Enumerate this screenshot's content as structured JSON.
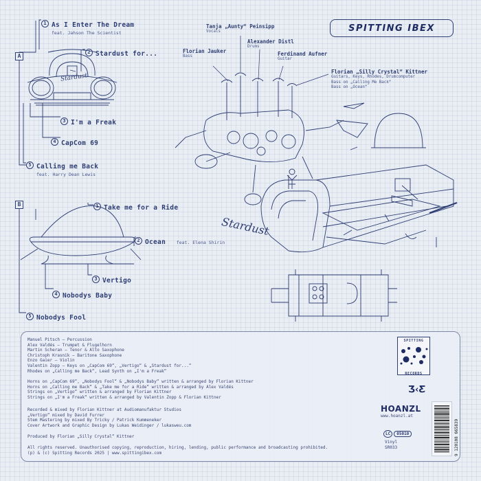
{
  "brand": {
    "logo": "SPITTING IBEX"
  },
  "side_a": {
    "label": "A",
    "tracks": [
      {
        "num": "1",
        "title": "As I Enter The Dream",
        "feat": "feat. Jahson The Scientist"
      },
      {
        "num": "2",
        "title": "Stardust for...",
        "feat": ""
      },
      {
        "num": "3",
        "title": "I'm a Freak",
        "feat": ""
      },
      {
        "num": "4",
        "title": "CapCom 69",
        "feat": ""
      },
      {
        "num": "5",
        "title": "Calling me Back",
        "feat": "feat. Harry Dean Lewis"
      }
    ]
  },
  "side_b": {
    "label": "B",
    "tracks": [
      {
        "num": "1",
        "title": "Take me for a Ride",
        "feat": ""
      },
      {
        "num": "2",
        "title": "Ocean",
        "feat": "feat. Elena Shirin"
      },
      {
        "num": "3",
        "title": "Vertigo",
        "feat": ""
      },
      {
        "num": "4",
        "title": "Nobodys Baby",
        "feat": ""
      },
      {
        "num": "5",
        "title": "Nobodys Fool",
        "feat": ""
      }
    ]
  },
  "band": [
    {
      "name": "Tanja „Aunty“ Peinsipp",
      "role": [
        "Vocals"
      ]
    },
    {
      "name": "Alexander Distl",
      "role": [
        "Drums"
      ]
    },
    {
      "name": "Florian Jauker",
      "role": [
        "Bass"
      ]
    },
    {
      "name": "Ferdinand Aufner",
      "role": [
        "Guitar"
      ]
    },
    {
      "name": "Florian „Silly Crystal“ Kittner",
      "role": [
        "Guitars, Keys, Rhodes, Drumcomputer",
        "Bass on „Calling Me Back“",
        "Bass on „Ocean“"
      ]
    }
  ],
  "machine_logo": "Stardust",
  "credits": {
    "musicians": [
      "Manuel Pitsch – Percussion",
      "Alex Valdés – Trumpet & Flugelhorn",
      "Martin Scheran – Tenor & Alto Saxophone",
      "Christoph Krasnik – Baritone Saxophone",
      "Enzo Gaier – Violin",
      "Valentin Zopp – Keys on „CapCom 69“, „Vertigo“ & „Stardust for...“",
      "Rhodes on „Calling me Back“, Lead Synth on „I'm a Freak“"
    ],
    "arrangements": [
      "Horns on „CapCom 69“, „Nobodys Fool“ & „Nobodys Baby“ written & arranged by Florian Kittner",
      "Horns on „Calling me Back“ & „Take me for a Ride“ written & arranged by Alex Valdés",
      "Strings on „Vertigo“ written & arranged by Florian Kittner",
      "Strings on „I'm a Freak“ written & arranged by Valentin Zopp & Florian Kittner"
    ],
    "production": [
      "Recorded & mixed by Florian Kittner at Audiomanufaktur Studios",
      "„Vertigo“ mixed by David Furrer",
      "Stem Mastering by mixed By Tricky / Patrick Kummeneker",
      "Cover Artwork and Graphic Design by Lukas Weidinger / lukasweu.com"
    ],
    "producer": "Produced by Florian „Silly Crystal“ Kittner",
    "legal": [
      "All rights reserved. Unauthorised copying, reproduction, hiring, lending, public performance and broadcasting prohibited.",
      "(p) & (c) Spitting Records 2025 | www.spittingibex.com"
    ]
  },
  "label_box": {
    "top": "SPITTING",
    "bottom": "RECORDS",
    "distributor": "HOANZL",
    "distributor_url": "www.hoanzl.at",
    "lc": "LC",
    "lc_code": "05010",
    "format": "Vinyl",
    "catalog": "SR033",
    "barcode": "9 120108 665839",
    "mark": "Ʒ‹Ƹ"
  }
}
